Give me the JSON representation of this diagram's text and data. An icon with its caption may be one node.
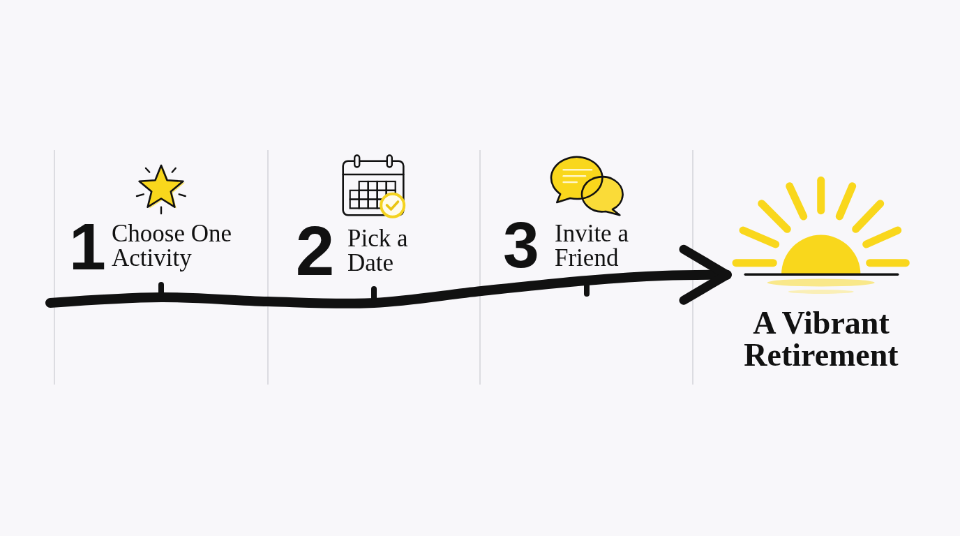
{
  "diagram": {
    "nodes": [
      {
        "text": [
          "1",
          "Choose One Activity"
        ]
      },
      {
        "text": [
          "2",
          "Pick a Date"
        ]
      },
      {
        "text": [
          "3",
          "Invite a Friend"
        ]
      },
      {
        "text": [
          "A Vibrant Retirement"
        ]
      }
    ],
    "edges": [
      {
        "from": null,
        "to": 3,
        "arrow": "to"
      }
    ]
  }
}
